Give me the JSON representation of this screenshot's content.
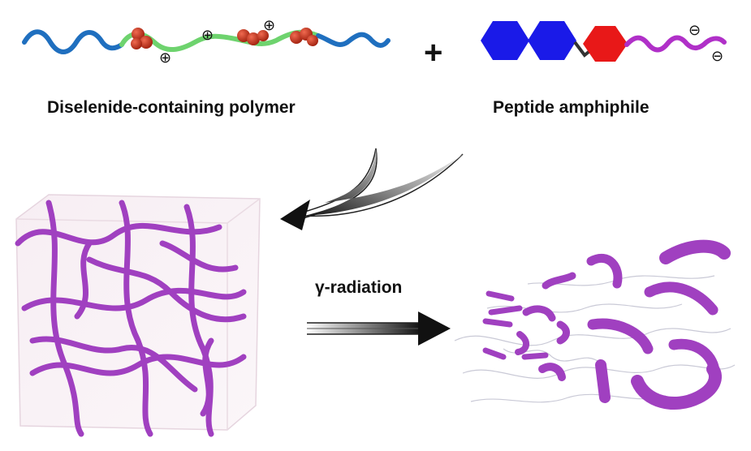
{
  "labels": {
    "polymer": "Diselenide-containing polymer",
    "amphiphile": "Peptide amphiphile",
    "plus": "+",
    "radiation": "γ-radiation"
  },
  "charges": {
    "positive": "⊕",
    "negative": "⊖"
  },
  "colors": {
    "polymer_end_blocks": "#1f6fbf",
    "polymer_mid_block": "#6ed36e",
    "selenium_beads": "#c8321e",
    "hydrophobic_rings": "#1a1ae8",
    "peptide_core": "#e81818",
    "peptide_tail": "#b030c8",
    "hydrogel_fibers": "#a040c0"
  }
}
